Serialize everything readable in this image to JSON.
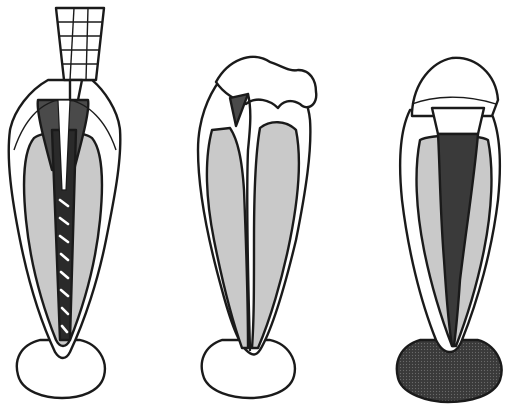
{
  "figure": {
    "panel_count": 3,
    "panels": [
      {
        "id": "tooth-with-file-in-canal"
      },
      {
        "id": "tooth-with-split-root"
      },
      {
        "id": "tooth-with-filled-canal-and-periapical-lesion"
      }
    ],
    "colors": {
      "background": "#ffffff",
      "line": "#1a1a1a",
      "crown_fill": "#ffffff",
      "root_dentin_fill": "#c9c9c9",
      "canal_fill": "#4a4a4a",
      "dark_canal_fill": "#2a2a2a",
      "lesion_fill": "#3a3a3a"
    }
  }
}
